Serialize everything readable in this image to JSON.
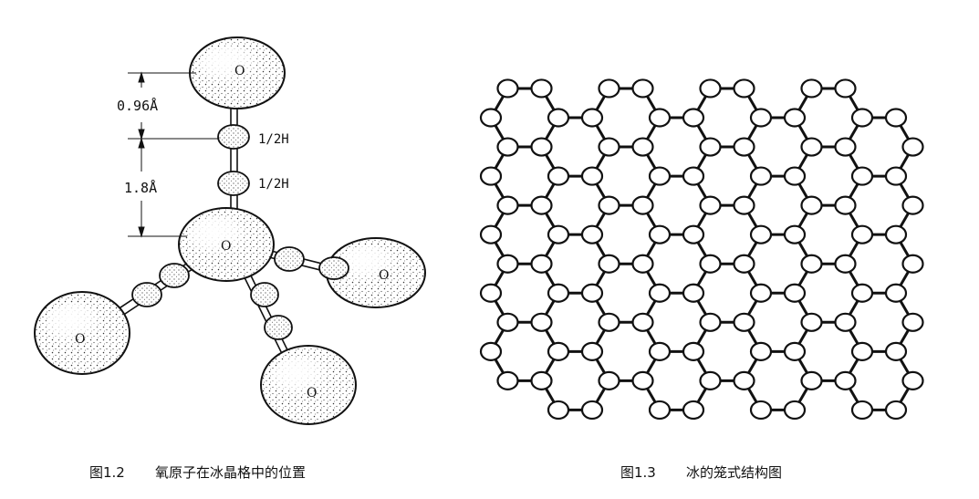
{
  "figure_left": {
    "caption_number": "图1.2",
    "caption_text": "氧原子在冰晶格中的位置",
    "dim_upper": "0.96Å",
    "dim_lower": "1.8Å",
    "h_label_1": "1/2H",
    "h_label_2": "1/2H",
    "atom_label": "O"
  },
  "figure_right": {
    "caption_number": "图1.3",
    "caption_text": "冰的笼式结构图"
  }
}
